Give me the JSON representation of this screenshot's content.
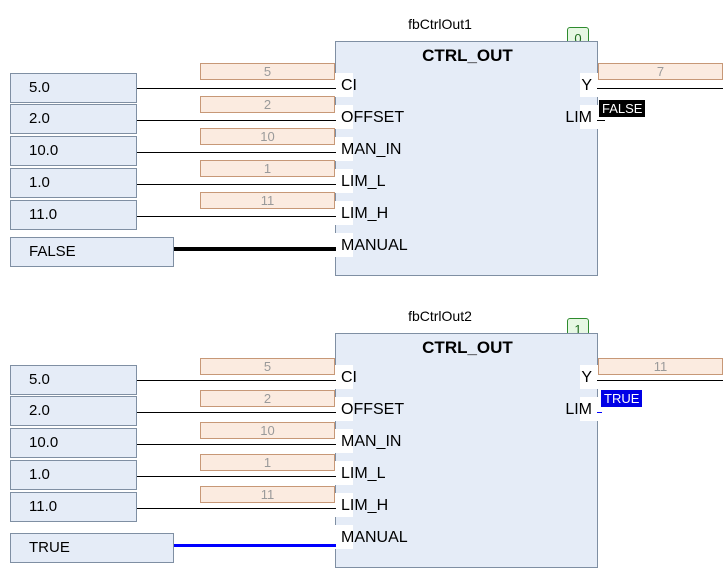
{
  "networks": [
    {
      "instance_name": "fbCtrlOut1",
      "exec_order": "0",
      "block_type": "CTRL_OUT",
      "inputs": [
        {
          "pin": "CI",
          "value": "5.0",
          "monitor": "5"
        },
        {
          "pin": "OFFSET",
          "value": "2.0",
          "monitor": "2"
        },
        {
          "pin": "MAN_IN",
          "value": "10.0",
          "monitor": "10"
        },
        {
          "pin": "LIM_L",
          "value": "1.0",
          "monitor": "1"
        },
        {
          "pin": "LIM_H",
          "value": "11.0",
          "monitor": "11"
        },
        {
          "pin": "MANUAL",
          "value": "FALSE"
        }
      ],
      "outputs": [
        {
          "pin": "Y",
          "monitor": "7"
        },
        {
          "pin": "LIM",
          "monitor": "FALSE"
        }
      ],
      "manual_wire_color": "#000000",
      "lim_badge_color": "#000000"
    },
    {
      "instance_name": "fbCtrlOut2",
      "exec_order": "1",
      "block_type": "CTRL_OUT",
      "inputs": [
        {
          "pin": "CI",
          "value": "5.0",
          "monitor": "5"
        },
        {
          "pin": "OFFSET",
          "value": "2.0",
          "monitor": "2"
        },
        {
          "pin": "MAN_IN",
          "value": "10.0",
          "monitor": "10"
        },
        {
          "pin": "LIM_L",
          "value": "1.0",
          "monitor": "1"
        },
        {
          "pin": "LIM_H",
          "value": "11.0",
          "monitor": "11"
        },
        {
          "pin": "MANUAL",
          "value": "TRUE"
        }
      ],
      "outputs": [
        {
          "pin": "Y",
          "monitor": "11"
        },
        {
          "pin": "LIM",
          "monitor": "TRUE"
        }
      ],
      "manual_wire_color": "#0000ff",
      "lim_badge_color": "#0000e6"
    }
  ]
}
